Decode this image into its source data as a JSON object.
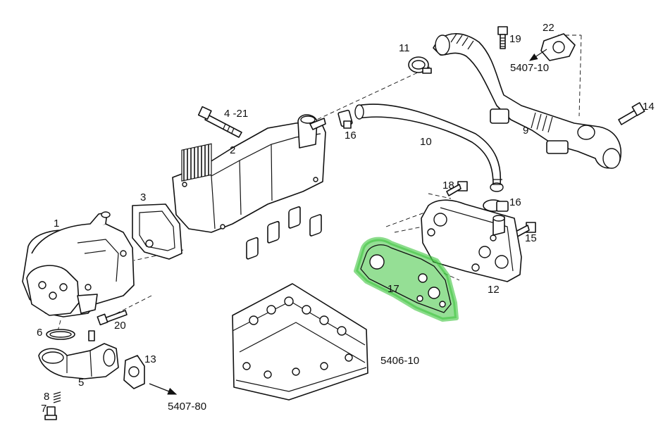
{
  "diagram": {
    "highlight_color": "#3ec43e",
    "callouts": {
      "p1": "1",
      "p2": "2",
      "p3": "3",
      "p4_21": "4 -21",
      "p5": "5",
      "p6": "6",
      "p7": "7",
      "p8": "8",
      "p9": "9",
      "p10": "10",
      "p11": "11",
      "p12": "12",
      "p13": "13",
      "p14": "14",
      "p15": "15",
      "p16a": "16",
      "p16b": "16",
      "p17": "17",
      "p18": "18",
      "p19": "19",
      "p20": "20",
      "p22": "22"
    },
    "references": {
      "ref_5407_10": "5407-10",
      "ref_5406_10": "5406-10",
      "ref_5407_80": "5407-80"
    }
  }
}
